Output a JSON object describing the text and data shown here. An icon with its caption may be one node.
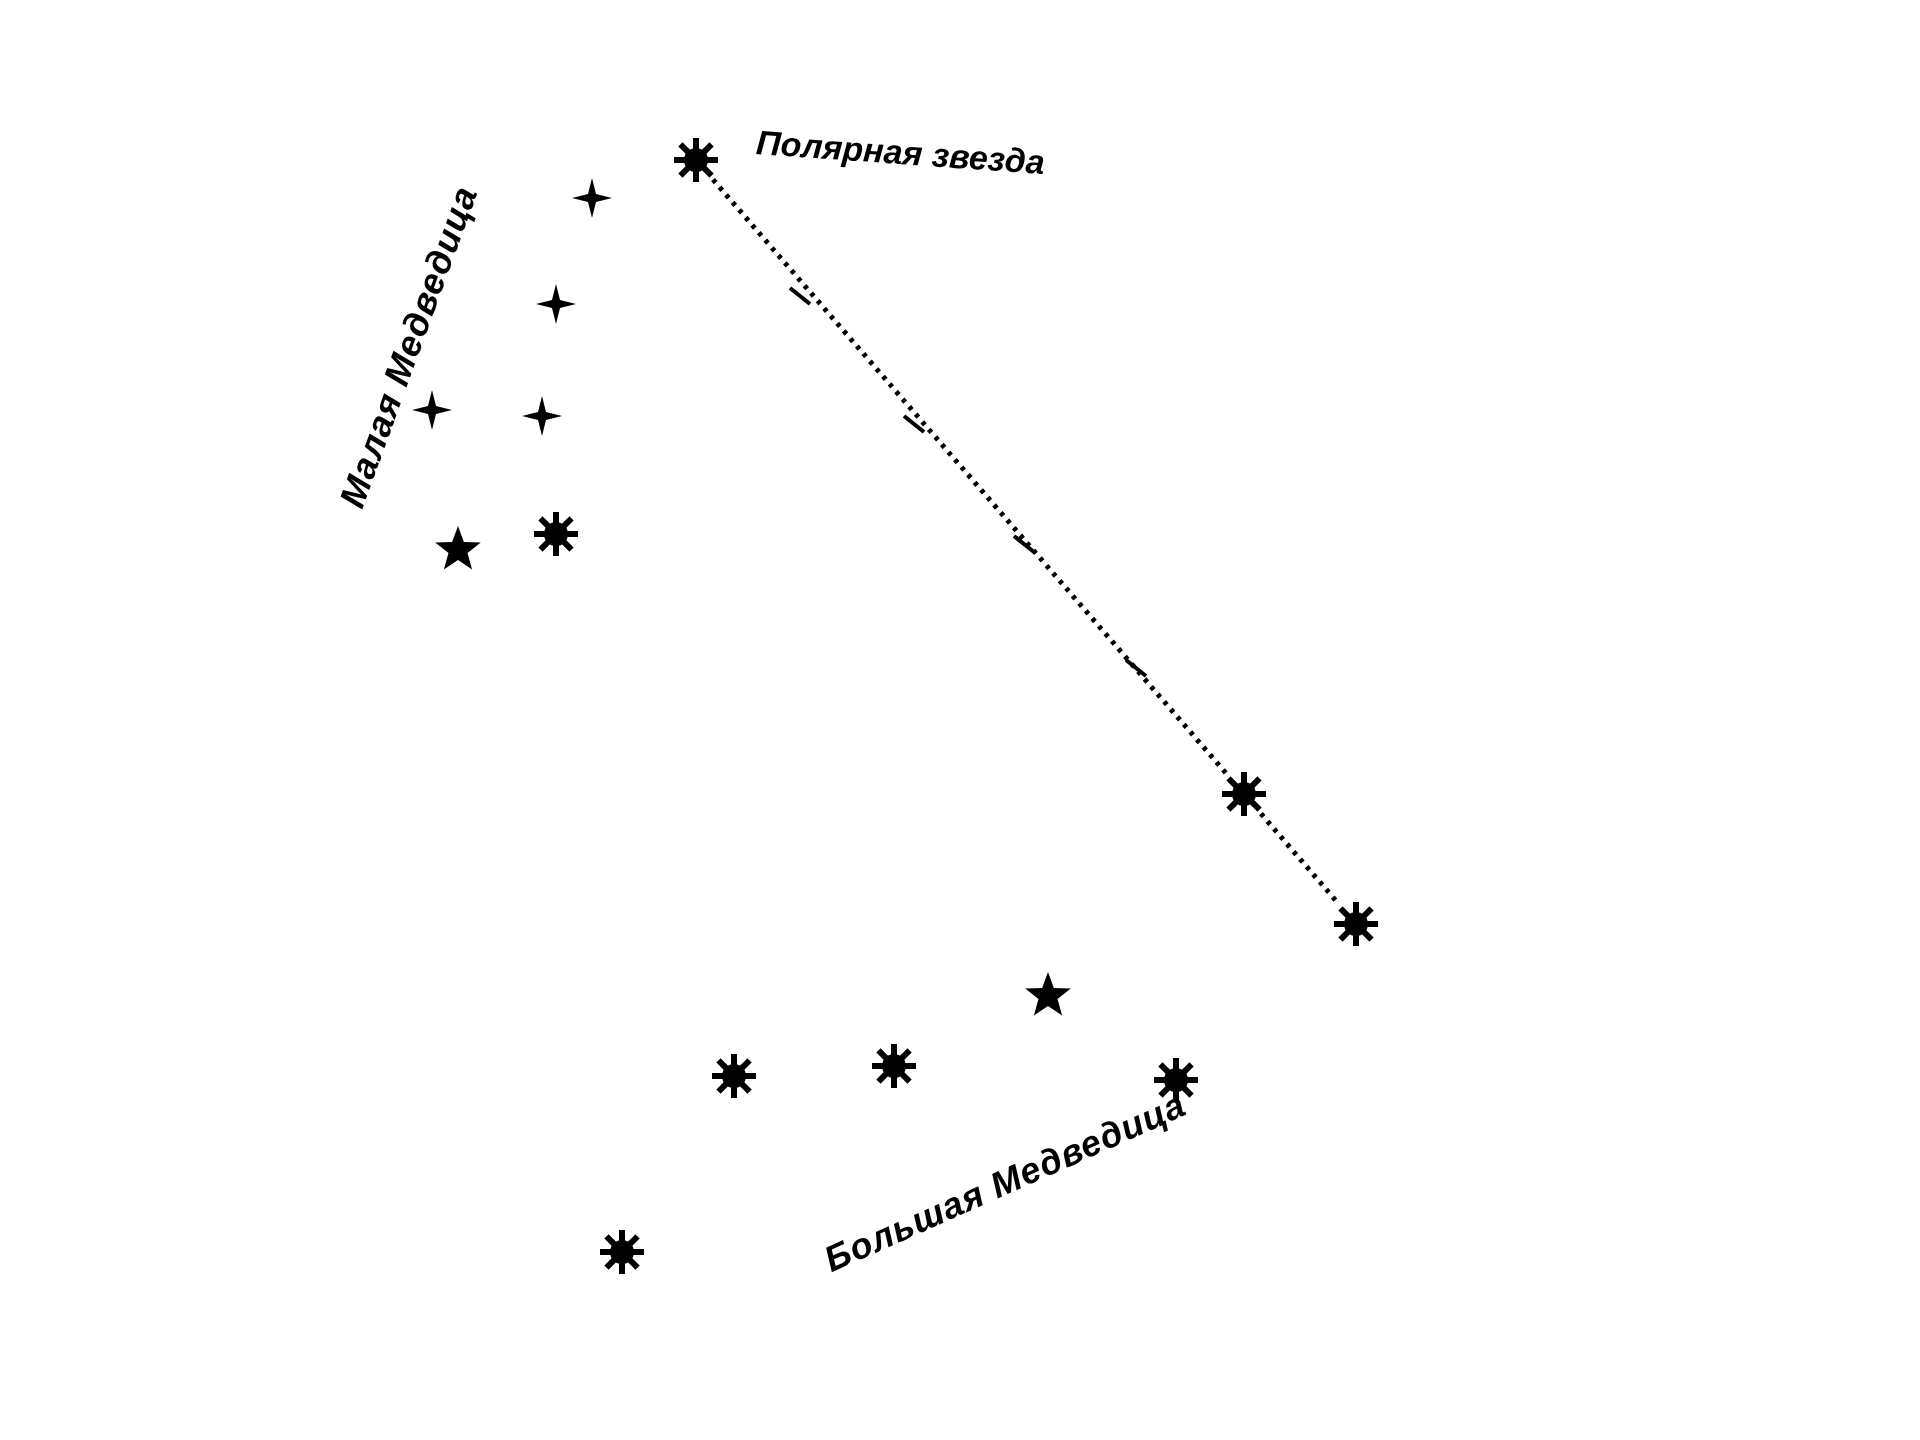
{
  "diagram": {
    "nodes": [
      {
        "text": [],
        "shape": "star",
        "beside": [
          "Полярная звезда"
        ]
      },
      {
        "text": [],
        "shape": "star"
      },
      {
        "text": [],
        "shape": "star"
      }
    ],
    "edges": [
      {
        "from": 0,
        "to": 1,
        "arrow": "none",
        "style": "dashed"
      },
      {
        "from": 1,
        "to": 2,
        "arrow": "none",
        "style": "dashed"
      }
    ],
    "labels": [
      "Малая Медведица",
      "Большая Медведица"
    ]
  }
}
